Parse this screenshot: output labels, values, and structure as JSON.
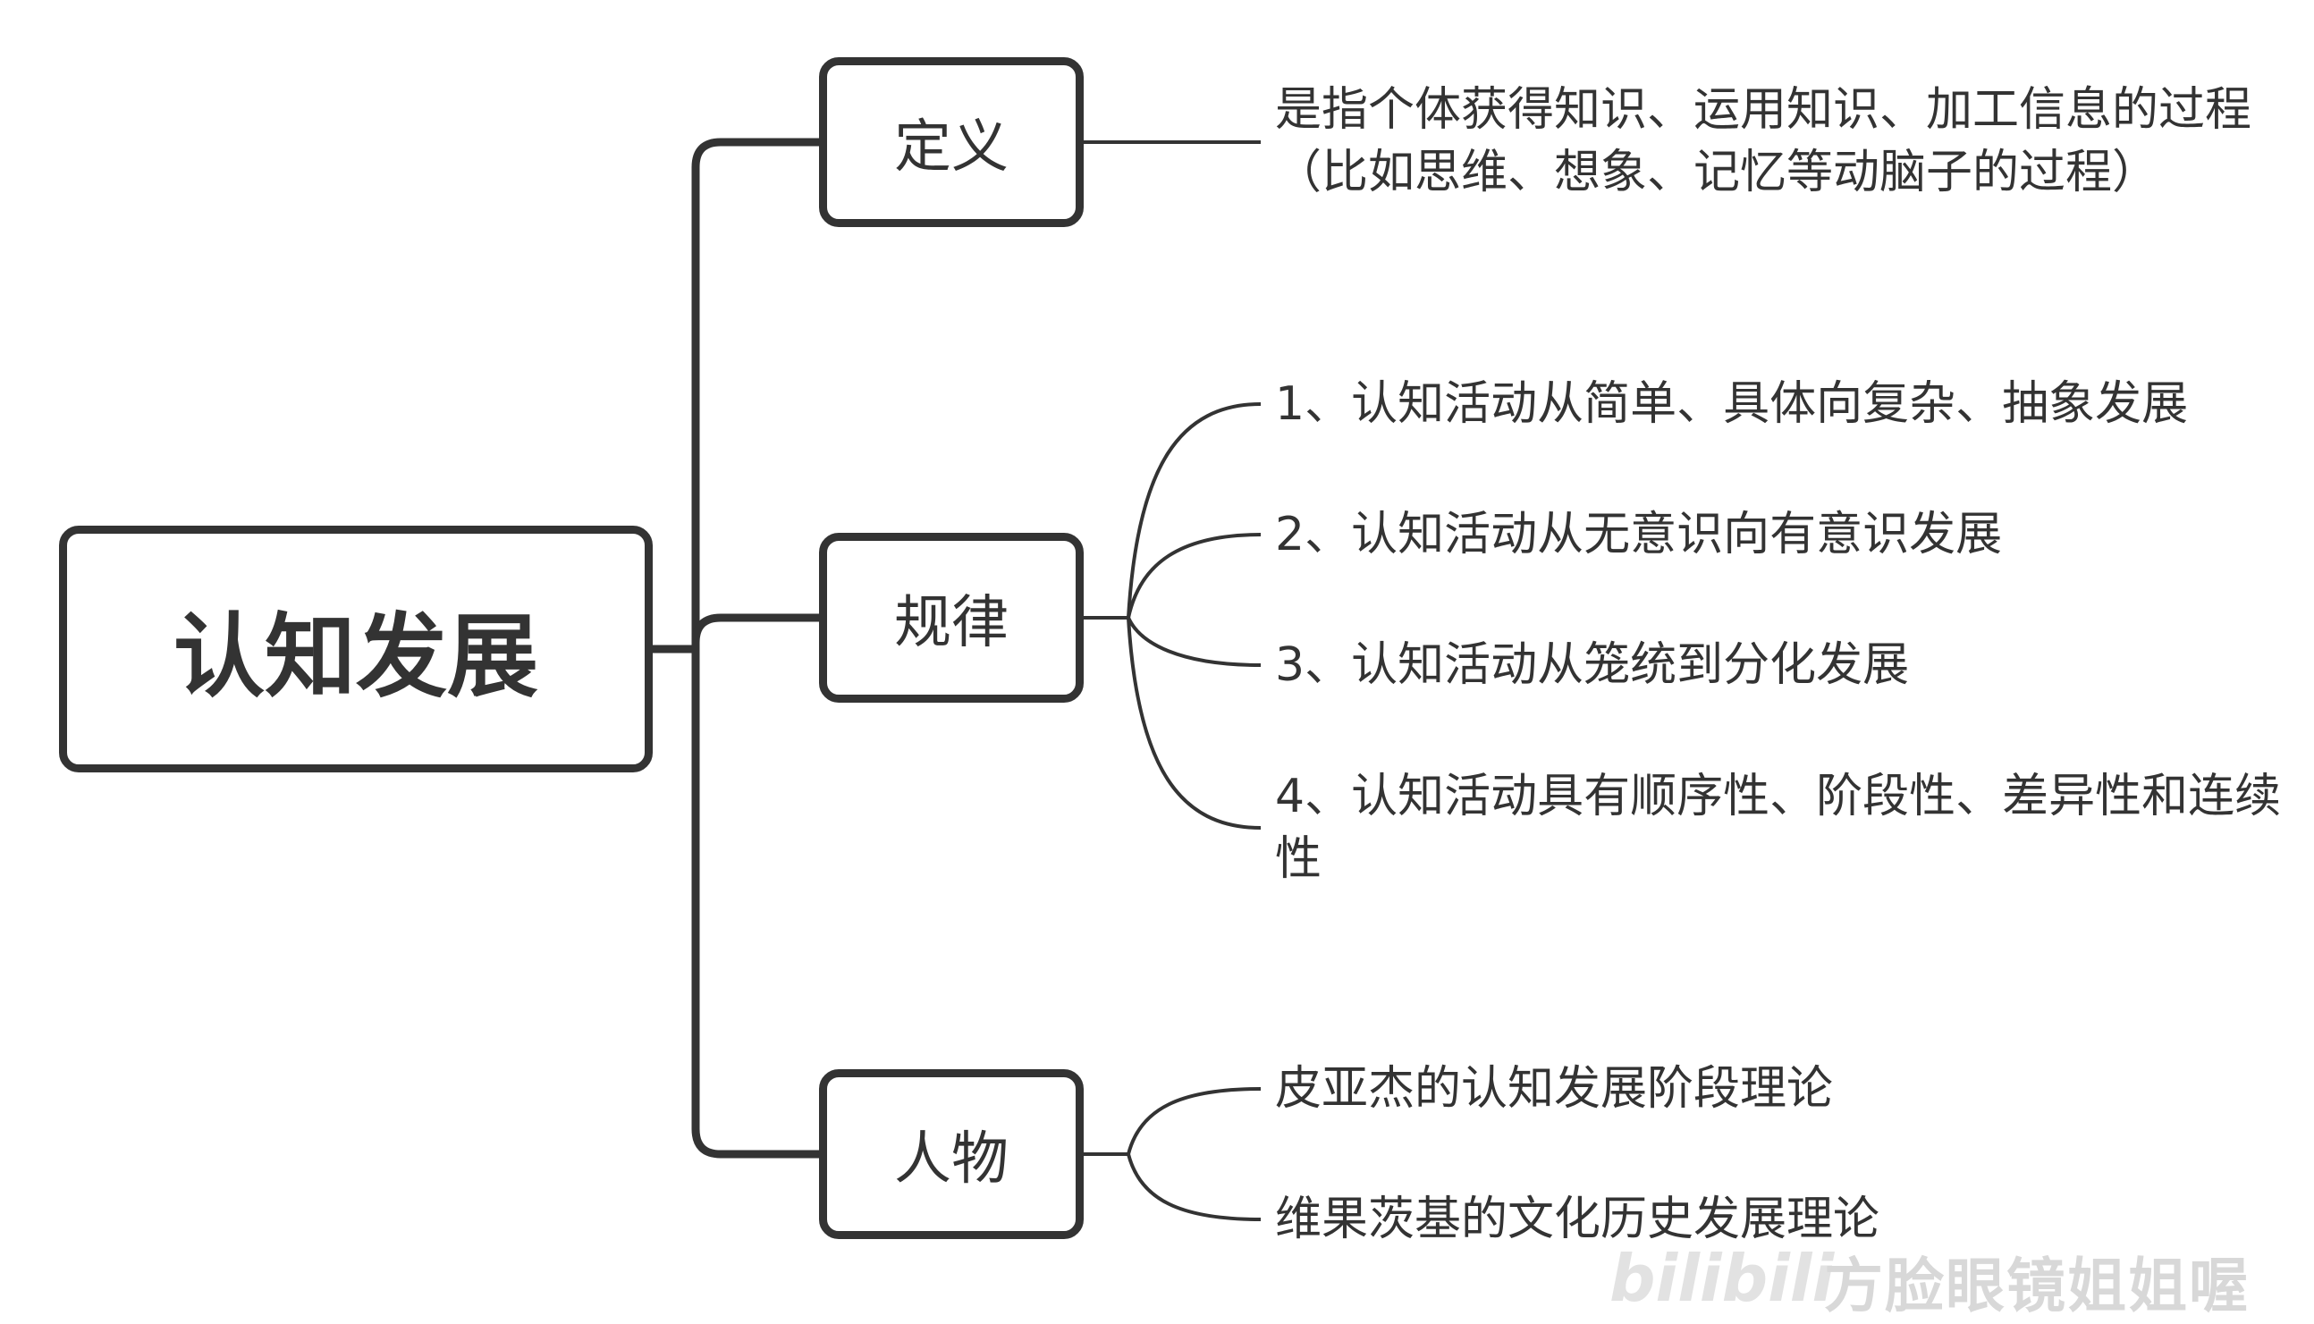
{
  "root": {
    "label": "认知发展"
  },
  "branches": [
    {
      "label": "定义",
      "leaves": [
        "是指个体获得知识、运用知识、加工信息的过程（比如思维、想象、记忆等动脑子的过程）"
      ]
    },
    {
      "label": "规律",
      "leaves": [
        "1、认知活动从简单、具体向复杂、抽象发展",
        "2、认知活动从无意识向有意识发展",
        "3、认知活动从笼统到分化发展",
        "4、认知活动具有顺序性、阶段性、差异性和连续性"
      ]
    },
    {
      "label": "人物",
      "leaves": [
        "皮亚杰的认知发展阶段理论",
        "维果茨基的文化历史发展理论"
      ]
    }
  ],
  "watermark": {
    "logo": "bilibili",
    "text": "方脸眼镜姐姐喔"
  },
  "colors": {
    "line": "#333333",
    "text": "#333333",
    "watermark": "#d8d8d8"
  }
}
